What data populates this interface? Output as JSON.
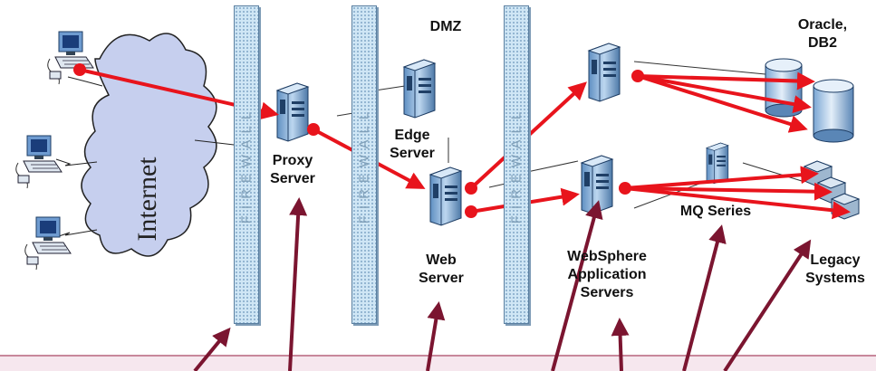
{
  "labels": {
    "dmz": "DMZ",
    "internet": "Internet",
    "proxy_server": "Proxy\nServer",
    "edge_server": "Edge\nServer",
    "web_server": "Web\nServer",
    "websphere": "WebSphere\nApplication\nServers",
    "mq_series": "MQ Series",
    "oracle_db2": "Oracle,\nDB2",
    "legacy_systems": "Legacy\nSystems"
  },
  "firewall_text": "FIREWALL",
  "colors": {
    "flow_arrow": "#e8141c",
    "pointer_arrow": "#7b1530",
    "firewall_fill": "#cfe6f5",
    "cloud_fill": "#c6cfee",
    "server_fill": "#8db4db",
    "bottom_bar": "#f6e7ee"
  },
  "icons": {
    "client": "desktop-computer-icon",
    "server": "tower-server-icon",
    "database": "database-cylinder-icon",
    "legacy": "legacy-system-icon",
    "internet": "cloud-icon"
  }
}
